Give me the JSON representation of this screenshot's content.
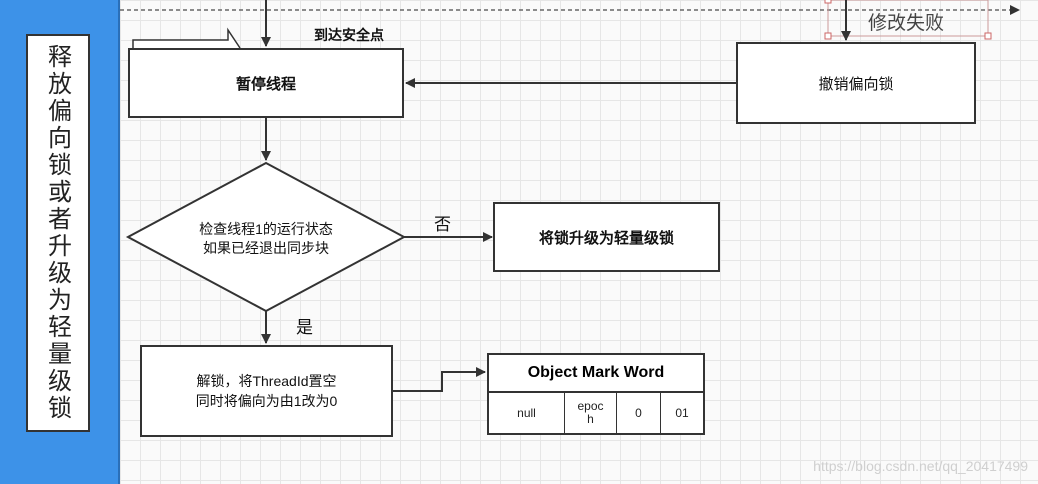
{
  "lane": {
    "label": "释放偏向锁或者升级为轻量级锁",
    "color": "#3d92e8"
  },
  "nodes": {
    "pause_thread": "暂停线程",
    "revoke_bias": "撤销偏向锁",
    "decision_line1": "检查线程1的运行状态",
    "decision_line2": "如果已经退出同步块",
    "upgrade_lock": "将锁升级为轻量级锁",
    "unlock_line1": "解锁，将ThreadId置空",
    "unlock_line2": "同时将偏向为由1改为0"
  },
  "labels": {
    "safepoint": "到达安全点",
    "modify_fail": "修改失败",
    "no": "否",
    "yes": "是"
  },
  "mark_word": {
    "title": "Object Mark Word",
    "cells": [
      "null",
      "epoc\nh",
      "0",
      "01"
    ]
  },
  "watermark": "https://blog.csdn.net/qq_20417499"
}
